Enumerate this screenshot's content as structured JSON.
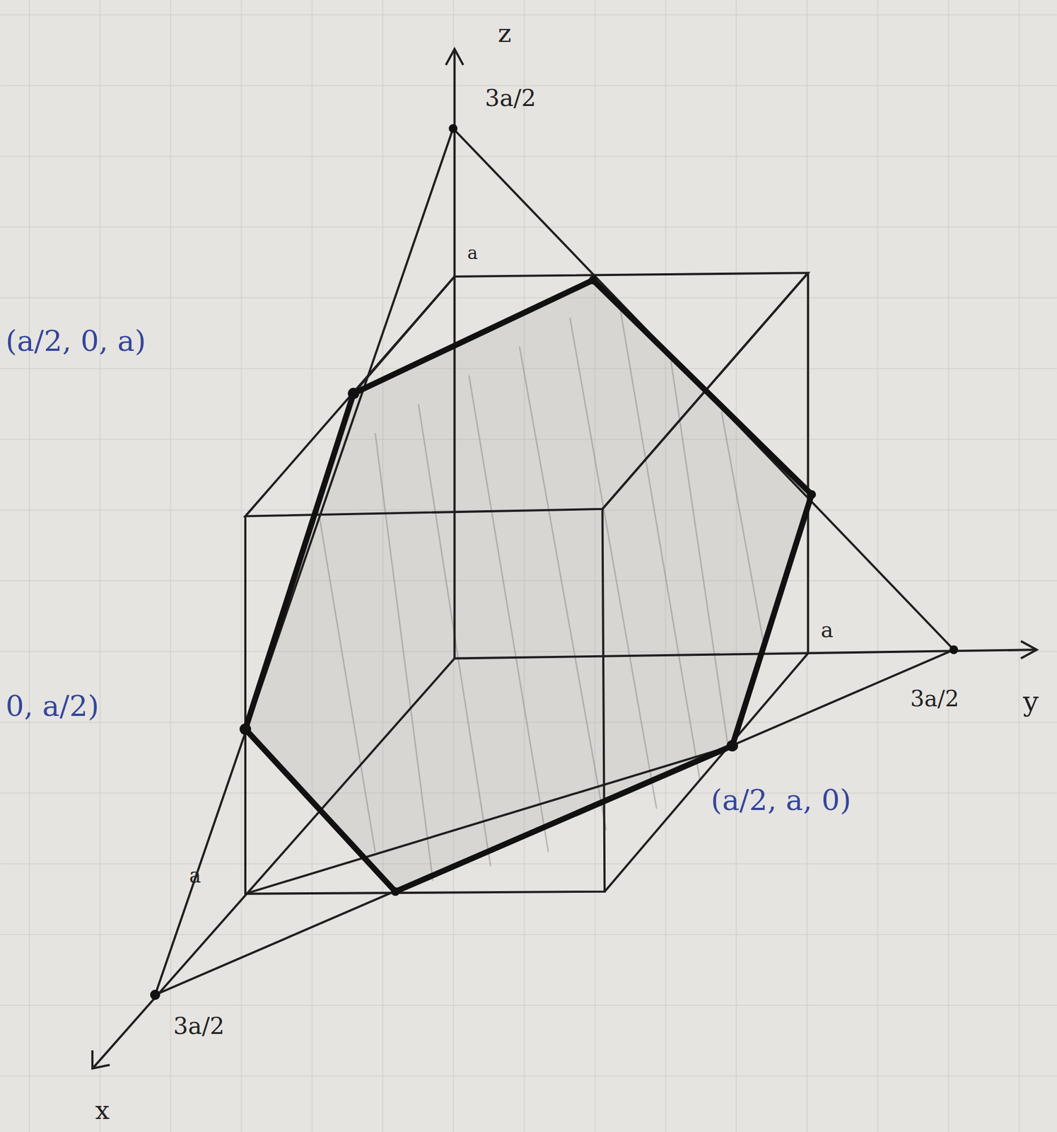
{
  "diagram": {
    "labels": [
      "z",
      "3a/2",
      "a",
      "(a/2, 0, a)",
      "a",
      "3a/2",
      "y",
      "(a/2, a, 0)",
      "0, a/2)",
      "a",
      "3a/2",
      "x"
    ]
  }
}
